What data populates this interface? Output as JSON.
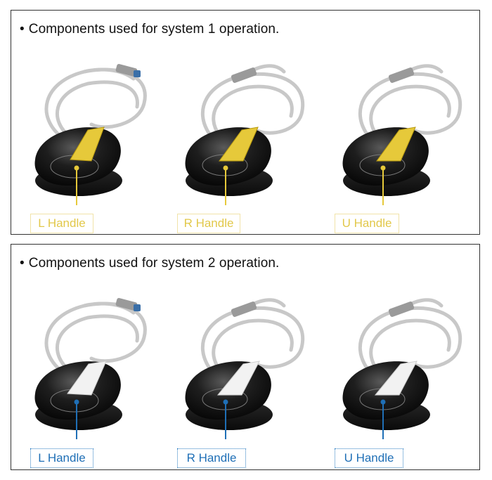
{
  "sections": [
    {
      "heading": "Components used for system 1 operation.",
      "variant": "yellow-lever",
      "accent_color": "#e6c93a",
      "label_text_color": "#e2c84a",
      "handles": [
        {
          "label": "L Handle",
          "icon": "l-handle-footswitch-icon"
        },
        {
          "label": "R Handle",
          "icon": "r-handle-footswitch-icon"
        },
        {
          "label": "U Handle",
          "icon": "u-handle-footswitch-icon"
        }
      ]
    },
    {
      "heading": "Components used for system 2 operation.",
      "variant": "white-lever",
      "accent_color": "#1f6fb6",
      "label_text_color": "#1f6fb6",
      "handles": [
        {
          "label": "L Handle",
          "icon": "l-handle-footswitch-icon"
        },
        {
          "label": "R Handle",
          "icon": "r-handle-footswitch-icon"
        },
        {
          "label": "U Handle",
          "icon": "u-handle-footswitch-icon"
        }
      ]
    }
  ]
}
